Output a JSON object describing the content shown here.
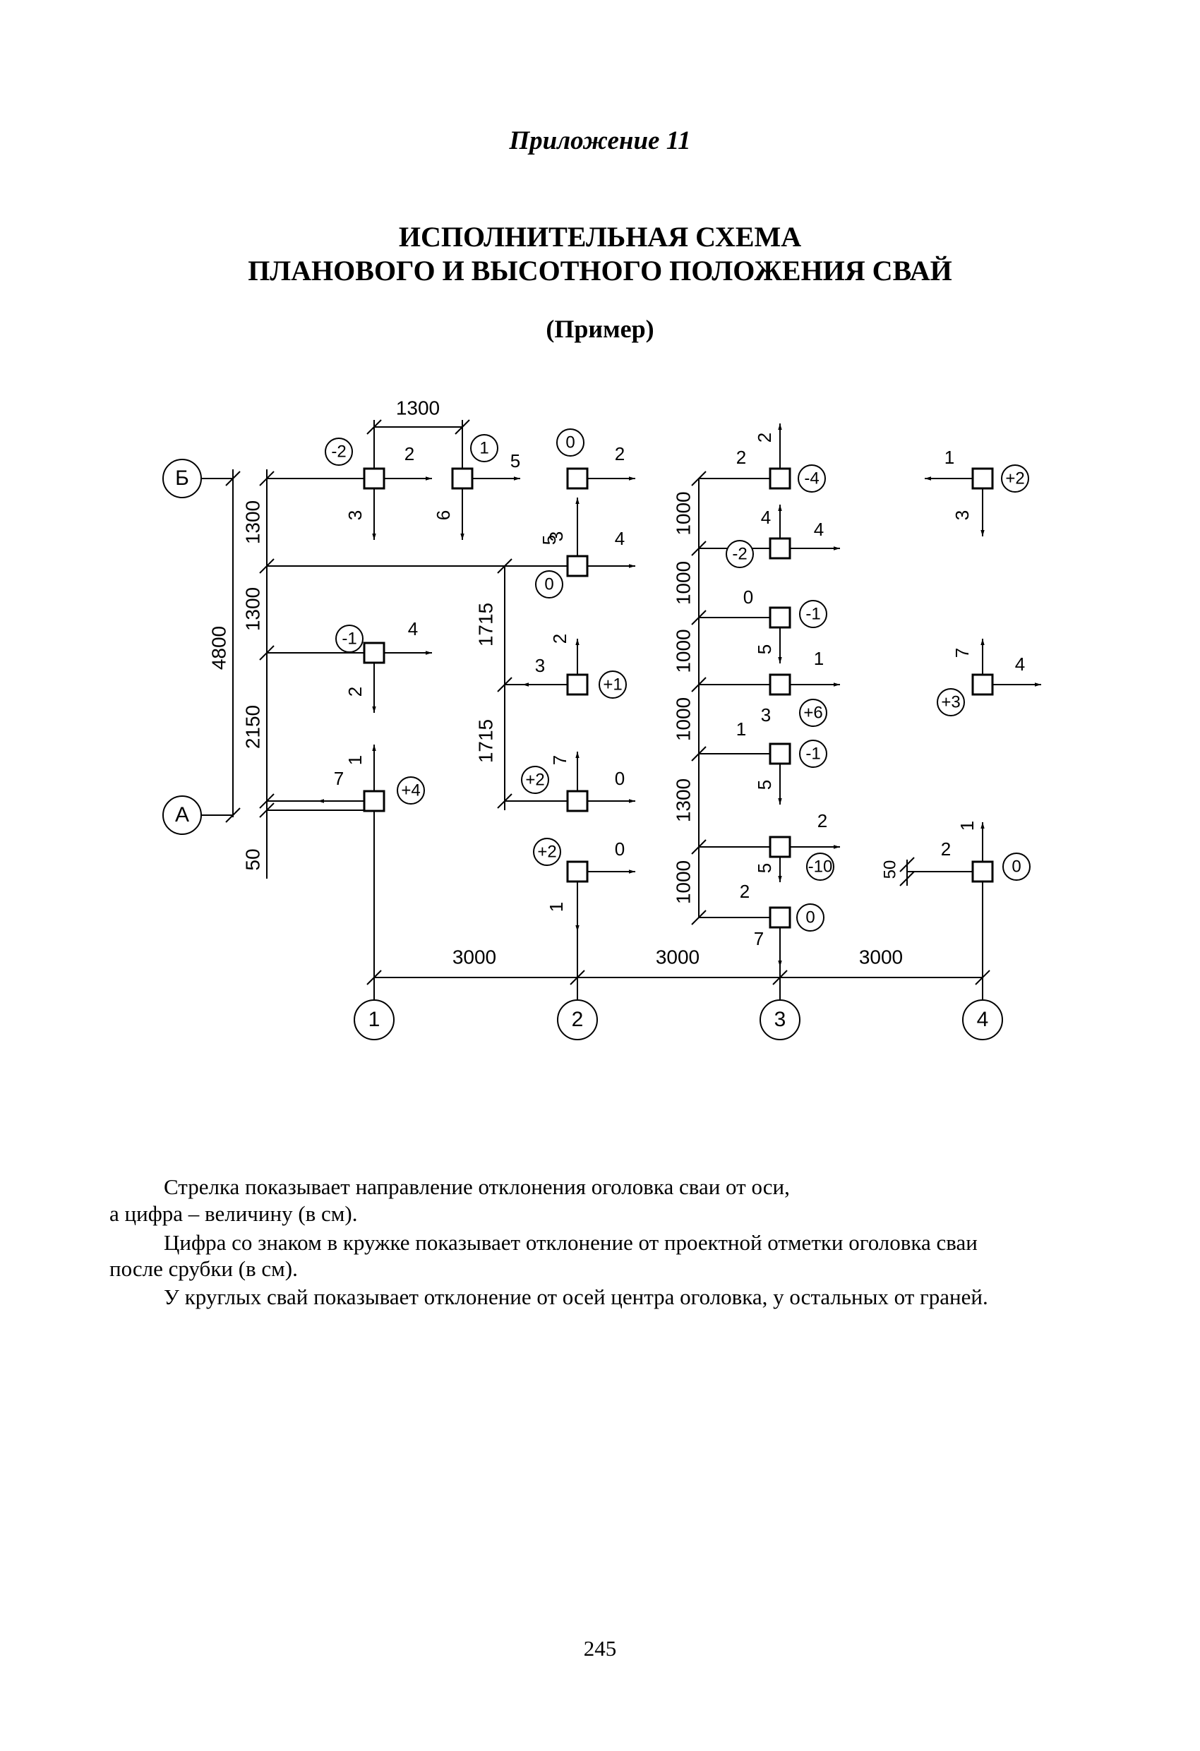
{
  "header": {
    "appendix": "Приложение 11",
    "title_line1": "ИСПОЛНИТЕЛЬНАЯ СХЕМА",
    "title_line2": "ПЛАНОВОГО И ВЫСОТНОГО ПОЛОЖЕНИЯ СВАЙ",
    "subtitle": "(Пример)"
  },
  "drawing": {
    "row_axes": [
      "Б",
      "А"
    ],
    "column_axes": [
      "1",
      "2",
      "3",
      "4"
    ],
    "column_spacings": [
      "3000",
      "3000",
      "3000"
    ],
    "top_dimension": "1300",
    "left_dimensions": [
      "1300",
      "1300",
      "2150",
      "50"
    ],
    "overall_height": "4800",
    "col2_dimensions": [
      "1715",
      "1715"
    ],
    "col3_dimensions": [
      "1000",
      "1000",
      "1000",
      "1000",
      "1300",
      "1000"
    ],
    "col4_dimension": "50",
    "pile_count": 19
  },
  "notes": [
    "Стрелка показывает направление отклонения оголовка сваи от оси,",
    "а цифра – величину (в см).",
    "Цифра со знаком в кружке показывает отклонение от проектной отметки оголовка сваи",
    "после срубки (в см).",
    "У круглых свай показывает отклонение от осей центра оголовка, у остальных от граней."
  ],
  "page_number": "245"
}
